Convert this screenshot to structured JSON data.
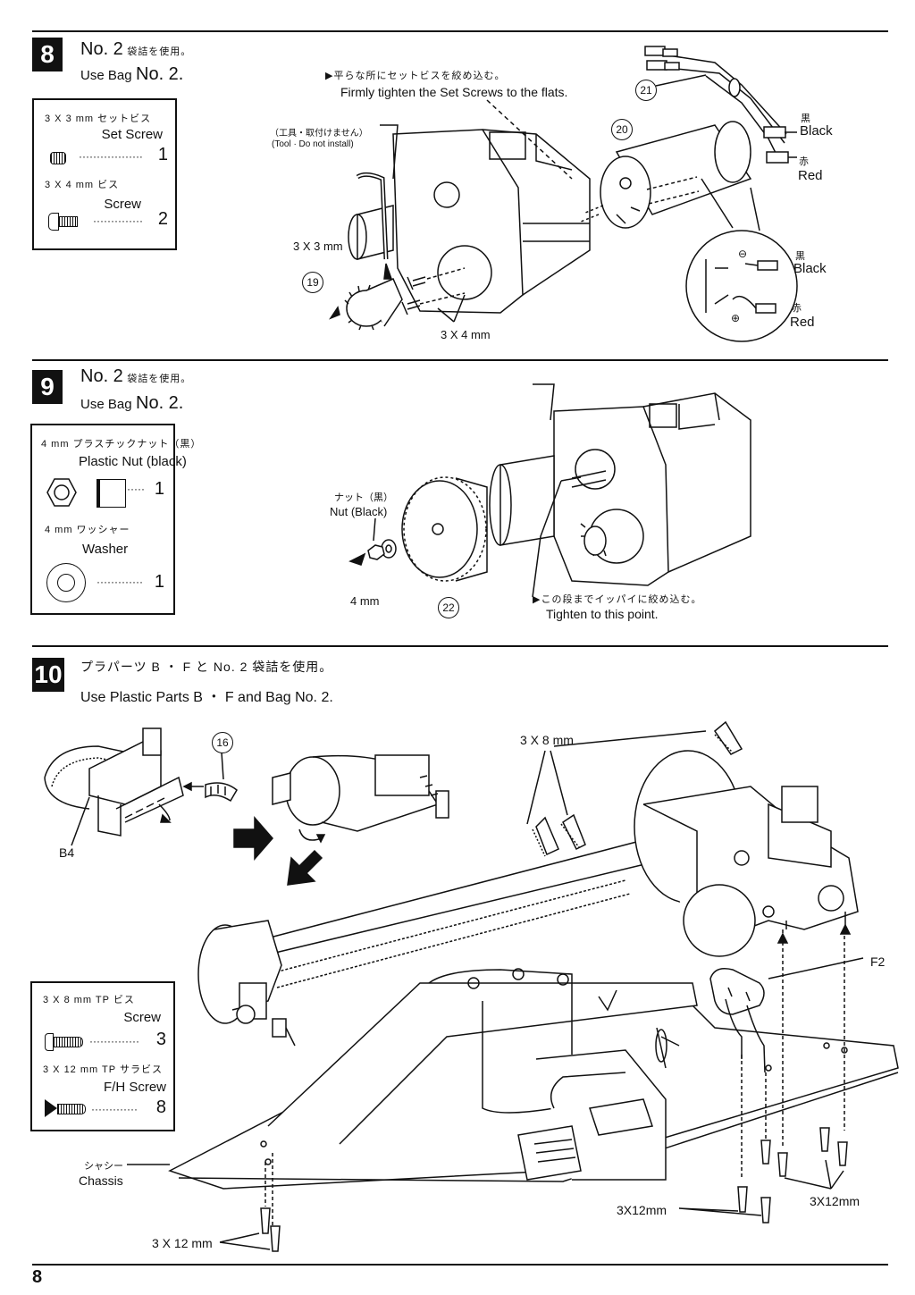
{
  "page": {
    "number": "8"
  },
  "steps": [
    {
      "number": "8",
      "header_jp_prefix": "No. 2",
      "header_jp_suffix": "袋詰を使用。",
      "header_en_prefix": "Use Bag",
      "header_en_big": "No. 2.",
      "parts": [
        {
          "jp": "3 X 3 mm セットビス",
          "en": "Set Screw",
          "qty": "1",
          "icon": "set-screw-icon"
        },
        {
          "jp": "3 X 4 mm ビス",
          "en": "Screw",
          "qty": "2",
          "icon": "screw-icon"
        }
      ],
      "notes": {
        "flat_jp": "▶平らな所にセットビスを絞め込む。",
        "flat_en": "Firmly tighten the Set Screws to the flats.",
        "tool_jp": "（工具・取付けません）",
        "tool_en": "(Tool · Do not install)",
        "label_3x3": "3 X 3 mm",
        "label_3x4": "3 X 4 mm",
        "black_jp": "黒",
        "black_en": "Black",
        "red_jp": "赤",
        "red_en": "Red",
        "callouts": [
          "19",
          "20",
          "21"
        ]
      }
    },
    {
      "number": "9",
      "header_jp_prefix": "No. 2",
      "header_jp_suffix": "袋詰を使用。",
      "header_en_prefix": "Use Bag",
      "header_en_big": "No. 2.",
      "parts": [
        {
          "jp": "4 mm プラスチックナット（黒）",
          "en": "Plastic Nut (black)",
          "qty": "1",
          "icon": "hex-nut-icon"
        },
        {
          "jp": "4 mm ワッシャー",
          "en": "Washer",
          "qty": "1",
          "icon": "washer-icon"
        }
      ],
      "notes": {
        "nut_jp": "ナット（黒）",
        "nut_en": "Nut (Black)",
        "label_4mm": "4 mm",
        "point_jp": "▶この段までイッパイに絞め込む。",
        "point_en": "Tighten to this point.",
        "callouts": [
          "22"
        ]
      }
    },
    {
      "number": "10",
      "header_jp": "プラパーツ B ・ F と No. 2 袋詰を使用。",
      "header_en": "Use Plastic Parts B ・ F and Bag No. 2.",
      "parts": [
        {
          "jp": "3 X 8 mm TP ビス",
          "en": "Screw",
          "qty": "3",
          "icon": "tp-screw-icon"
        },
        {
          "jp": "3 X 12 mm TP サラビス",
          "en": "F/H Screw",
          "qty": "8",
          "icon": "fh-screw-icon"
        }
      ],
      "notes": {
        "label_3x8": "3 X 8 mm",
        "label_b4": "B4",
        "label_f2": "F2",
        "chassis_jp": "シャシー",
        "chassis_en": "Chassis",
        "label_3x12_a": "3X12mm",
        "label_3x12_b": "3X12mm",
        "label_3x12_c": "3 X 12 mm",
        "callouts": [
          "16"
        ]
      }
    }
  ]
}
